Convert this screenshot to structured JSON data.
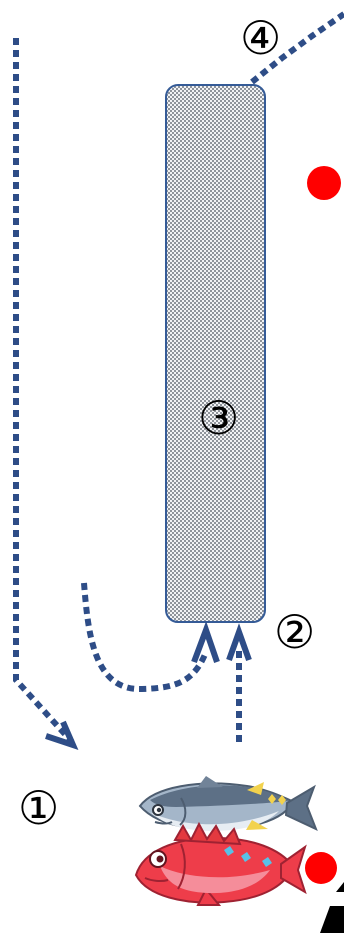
{
  "labels": {
    "one": "①",
    "two": "②",
    "three": "③",
    "four": "④"
  },
  "icons": {
    "marker_top": "red-dot-icon",
    "marker_bottom": "red-dot-icon",
    "fish": "fish-illustration-icon"
  },
  "colors": {
    "arrow": "#2e4d87",
    "zone_fill": "#c9cdd3",
    "zone_border": "#355b97",
    "marker": "#ff0000",
    "tuna_body": "#a4b6c9",
    "tuna_back": "#5d7086",
    "tuna_belly": "#e7edf3",
    "tuna_fin": "#f2d24d",
    "sea_bream": "#ee3d4a",
    "sea_bream_light": "#f58d9a"
  }
}
